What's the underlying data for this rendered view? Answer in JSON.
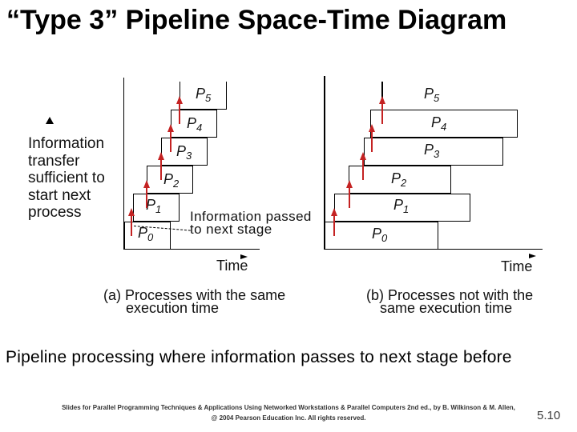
{
  "slide": {
    "title": "“Type 3” Pipeline Space-Time Diagram",
    "body_text": "Pipeline processing where information passes to next stage before",
    "footer_line1": "Slides for Parallel Programming Techniques & Applications Using Networked Workstations & Parallel Computers 2nd ed., by B. Wilkinson & M. Allen,",
    "footer_line2": "@ 2004 Pearson Education Inc. All rights reserved.",
    "page_number": "5.10"
  },
  "colors": {
    "arrow_red": "#c42222",
    "figure_line": "#000000",
    "background": "#ffffff"
  },
  "left_annotation": {
    "lines": [
      "Information",
      "transfer",
      "sufficient to",
      "start next",
      "process"
    ]
  },
  "stage_annotation": {
    "line1": "Information passed",
    "line2": "to next stage"
  },
  "diagram_a": {
    "caption": [
      "(a) Processes with the same",
      "execution time"
    ],
    "time_label": "Time",
    "processes": [
      {
        "base": "P",
        "sub": "0"
      },
      {
        "base": "P",
        "sub": "1"
      },
      {
        "base": "P",
        "sub": "2"
      },
      {
        "base": "P",
        "sub": "3"
      },
      {
        "base": "P",
        "sub": "4"
      },
      {
        "base": "P",
        "sub": "5"
      }
    ]
  },
  "diagram_b": {
    "caption": [
      "(b) Processes not with the",
      "same execution time"
    ],
    "time_label": "Time",
    "processes": [
      {
        "base": "P",
        "sub": "0"
      },
      {
        "base": "P",
        "sub": "1"
      },
      {
        "base": "P",
        "sub": "2"
      },
      {
        "base": "P",
        "sub": "3"
      },
      {
        "base": "P",
        "sub": "4"
      },
      {
        "base": "P",
        "sub": "5"
      }
    ]
  }
}
